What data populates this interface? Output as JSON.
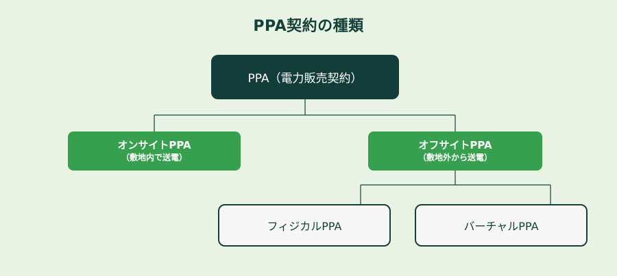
{
  "title": "PPA契約の種類",
  "nodes": {
    "root": {
      "label": "PPA（電力販売契約）"
    },
    "onsite": {
      "label": "オンサイトPPA",
      "sub": "（敷地内で送電）"
    },
    "offsite": {
      "label": "オフサイトPPA",
      "sub": "（敷地外から送電）"
    },
    "physical": {
      "label": "フィジカルPPA"
    },
    "virtual": {
      "label": "バーチャルPPA"
    }
  },
  "colors": {
    "background": "#e8f3e3",
    "root_fill": "#133d3a",
    "mid_fill": "#37a04f",
    "leaf_fill": "#f6f7f4",
    "line": "#15403a"
  }
}
